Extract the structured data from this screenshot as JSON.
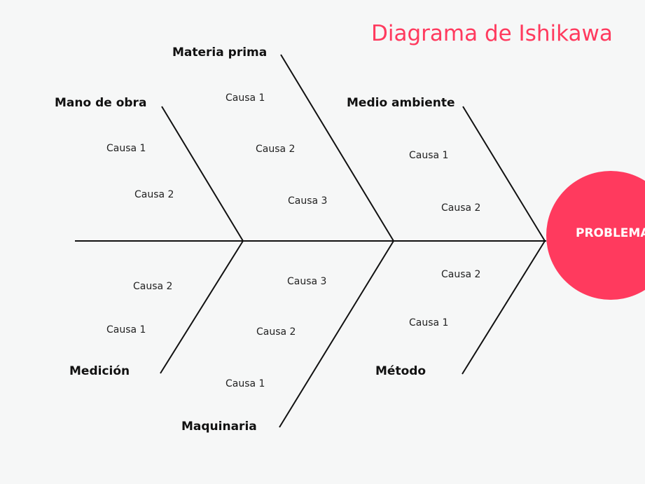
{
  "title": "Diagrama de Ishikawa",
  "effect": "PROBLEMA",
  "categories": {
    "materia_prima": {
      "label": "Materia prima",
      "causes": [
        "Causa 1",
        "Causa 2",
        "Causa 3"
      ]
    },
    "mano_de_obra": {
      "label": "Mano de obra",
      "causes": [
        "Causa 1",
        "Causa 2"
      ]
    },
    "medio_ambiente": {
      "label": "Medio ambiente",
      "causes": [
        "Causa 1",
        "Causa 2"
      ]
    },
    "medicion": {
      "label": "Medición",
      "causes": [
        "Causa 2",
        "Causa 1"
      ]
    },
    "maquinaria": {
      "label": "Maquinaria",
      "causes": [
        "Causa 3",
        "Causa 2",
        "Causa 1"
      ]
    },
    "metodo": {
      "label": "Método",
      "causes": [
        "Causa 2",
        "Causa 1"
      ]
    }
  },
  "colors": {
    "accent": "#ff3a5e",
    "line": "#111111",
    "background": "#f6f7f7"
  }
}
